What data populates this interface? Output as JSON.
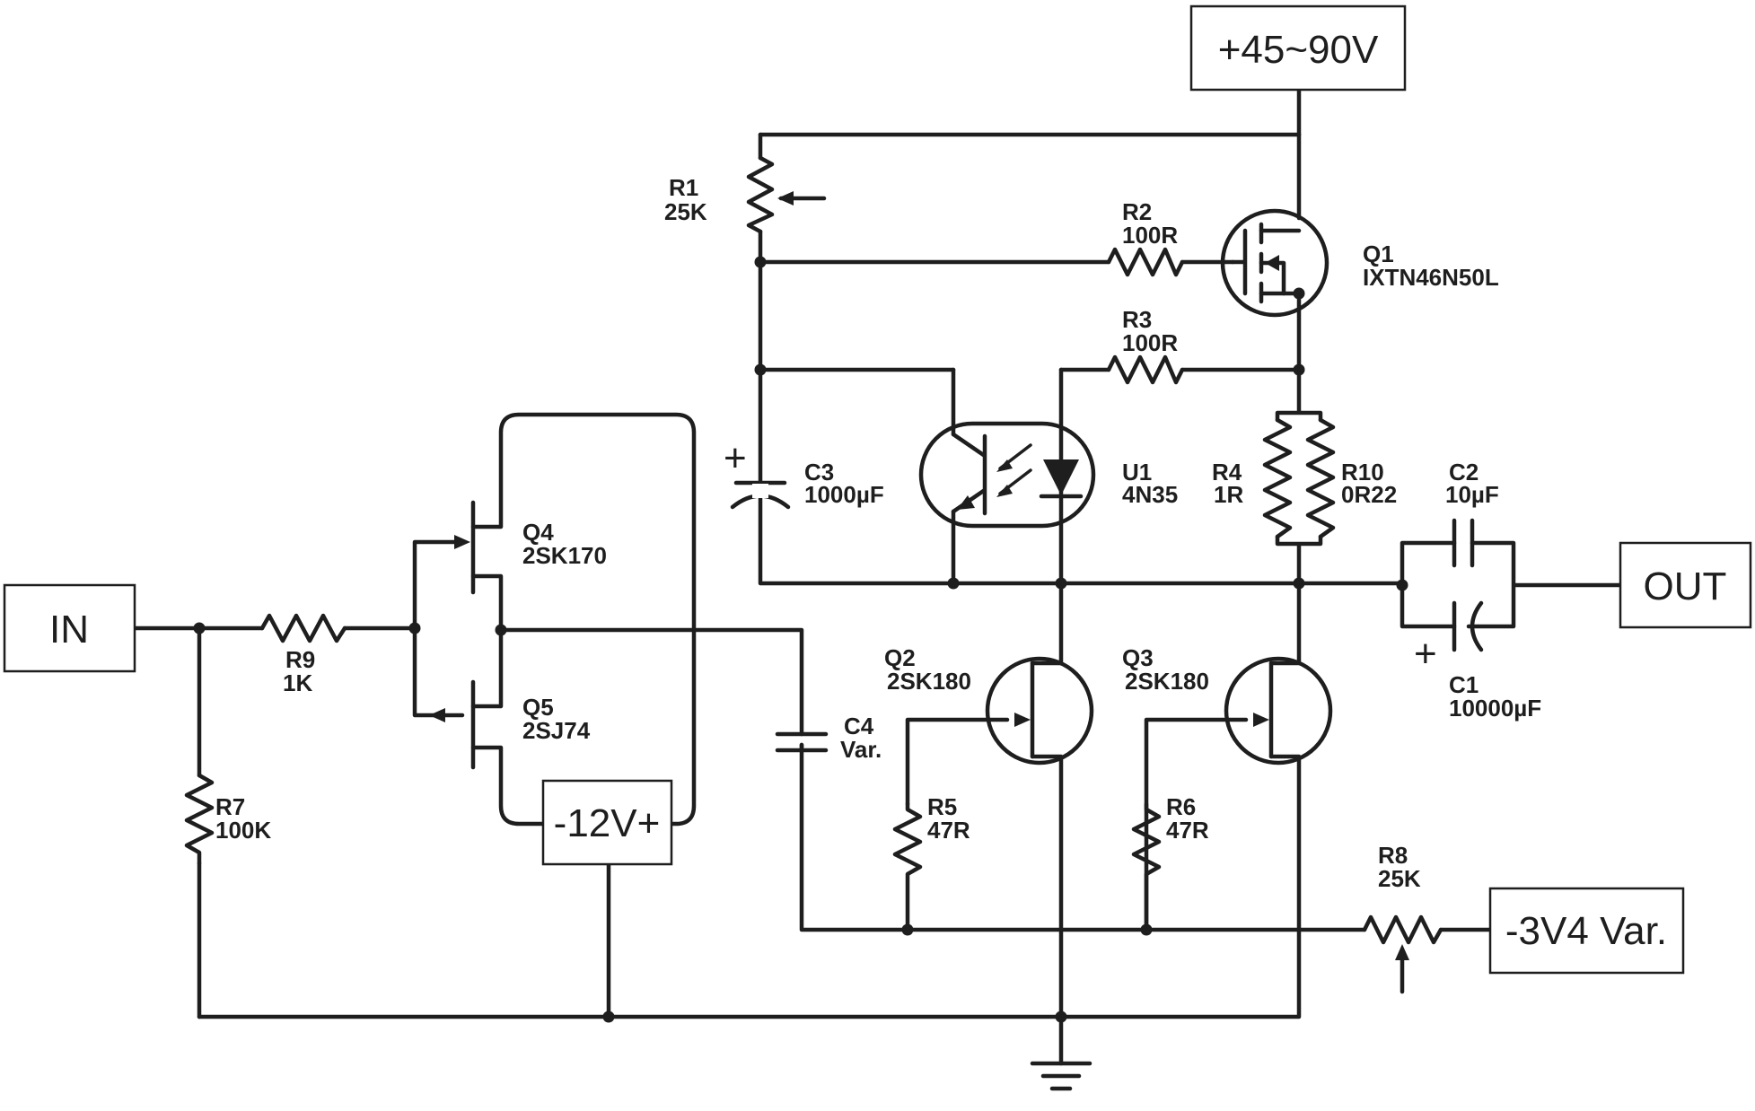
{
  "terminals": {
    "supply": "+45~90V",
    "input": "IN",
    "output": "OUT",
    "aux_supply": "-12V+",
    "bias": "-3V4 Var."
  },
  "components": {
    "R1": {
      "ref": "R1",
      "value": "25K"
    },
    "R2": {
      "ref": "R2",
      "value": "100R"
    },
    "R3": {
      "ref": "R3",
      "value": "100R"
    },
    "R4": {
      "ref": "R4",
      "value": "1R"
    },
    "R5": {
      "ref": "R5",
      "value": "47R"
    },
    "R6": {
      "ref": "R6",
      "value": "47R"
    },
    "R7": {
      "ref": "R7",
      "value": "100K"
    },
    "R8": {
      "ref": "R8",
      "value": "25K"
    },
    "R9": {
      "ref": "R9",
      "value": "1K"
    },
    "R10": {
      "ref": "R10",
      "value": "0R22"
    },
    "C1": {
      "ref": "C1",
      "value": "10000µF"
    },
    "C2": {
      "ref": "C2",
      "value": "10µF"
    },
    "C3": {
      "ref": "C3",
      "value": "1000µF"
    },
    "C4": {
      "ref": "C4",
      "value": "Var."
    },
    "Q1": {
      "ref": "Q1",
      "value": "IXTN46N50L"
    },
    "Q2": {
      "ref": "Q2",
      "value": "2SK180"
    },
    "Q3": {
      "ref": "Q3",
      "value": "2SK180"
    },
    "Q4": {
      "ref": "Q4",
      "value": "2SK170"
    },
    "Q5": {
      "ref": "Q5",
      "value": "2SJ74"
    },
    "U1": {
      "ref": "U1",
      "value": "4N35"
    }
  },
  "polarity_marks": {
    "plus": "+"
  }
}
